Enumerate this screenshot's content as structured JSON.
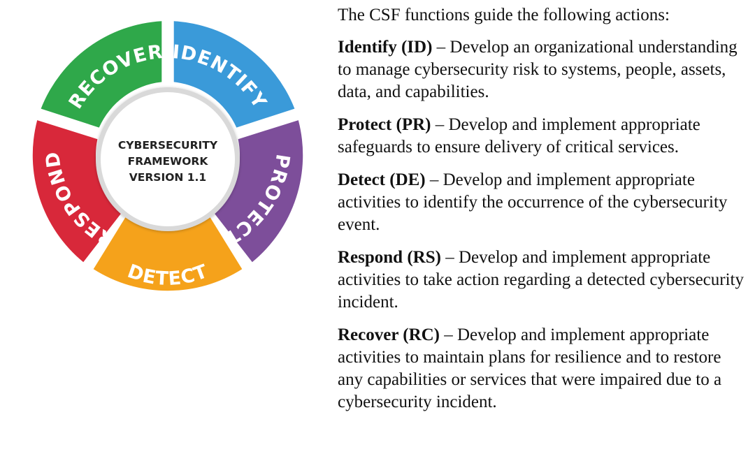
{
  "wheel": {
    "center_lines": [
      "CYBERSECURITY",
      "FRAMEWORK",
      "VERSION 1.1"
    ],
    "segments": [
      {
        "key": "identify",
        "label": "IDENTIFY",
        "color": "#3a9ad9"
      },
      {
        "key": "protect",
        "label": "PROTECT",
        "color": "#7d4e9a"
      },
      {
        "key": "detect",
        "label": "DETECT",
        "color": "#f5a21b"
      },
      {
        "key": "respond",
        "label": "RESPOND",
        "color": "#d8283a"
      },
      {
        "key": "recover",
        "label": "RECOVER",
        "color": "#2fa84a"
      }
    ]
  },
  "intro": "The CSF functions guide the following actions:",
  "functions": [
    {
      "name": "Identify (ID)",
      "desc": " – Develop an organizational understanding to manage cybersecurity risk to systems, people, assets, data, and capabilities."
    },
    {
      "name": "Protect (PR)",
      "desc": " – Develop and implement appropriate safeguards to ensure delivery of critical services."
    },
    {
      "name": "Detect (DE)",
      "desc": " – Develop and implement appropriate activities to identify the occurrence of the cybersecurity event."
    },
    {
      "name": "Respond (RS)",
      "desc": " – Develop and implement appropriate activities to take action regarding a detected cybersecurity incident."
    },
    {
      "name": "Recover (RC)",
      "desc": " – Develop and implement appropriate activities to maintain plans for resilience and to restore any capabilities or services that were impaired due to a cybersecurity incident."
    }
  ]
}
